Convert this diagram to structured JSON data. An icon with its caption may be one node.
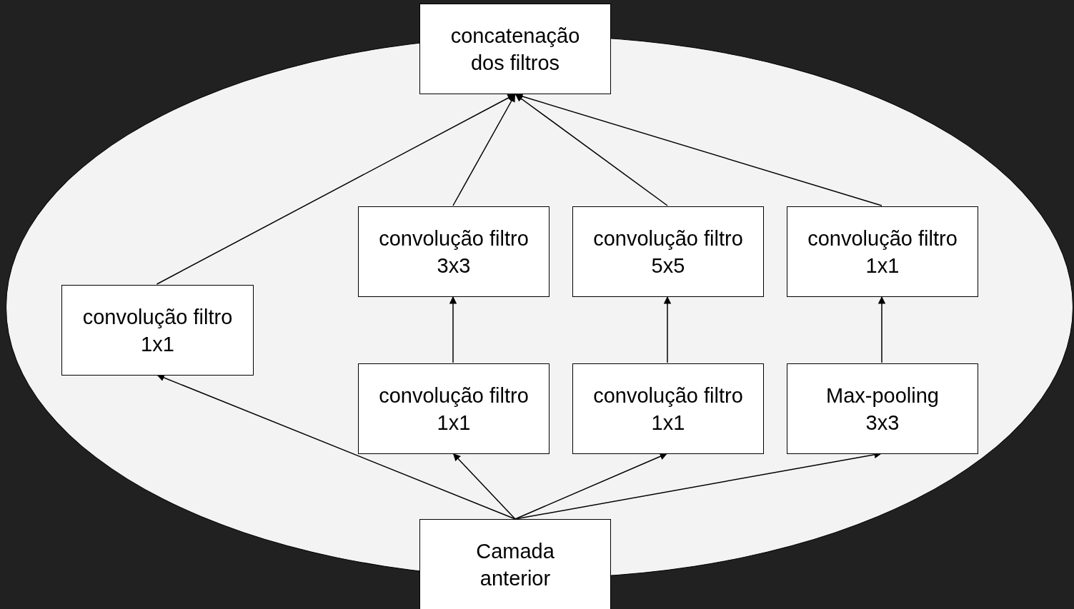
{
  "diagram": {
    "nodes": [
      {
        "text": [],
        "shape": "ellipse"
      },
      {
        "text": [
          "concatenação dos filtros"
        ]
      },
      {
        "text": [
          "convolução filtro 3x3"
        ],
        "in": 0
      },
      {
        "text": [
          "convolução filtro 5x5"
        ],
        "in": 0
      },
      {
        "text": [
          "convolução filtro 1x1"
        ],
        "in": 0
      },
      {
        "text": [
          "convolução filtro 1x1"
        ],
        "in": 0
      },
      {
        "text": [
          "convolução filtro 1x1"
        ],
        "in": 0
      },
      {
        "text": [
          "convolução filtro 1x1"
        ],
        "in": 0
      },
      {
        "text": [
          "Max-pooling 3x3"
        ],
        "in": 0
      },
      {
        "text": [
          "Camada anterior"
        ]
      }
    ],
    "edges": [
      {
        "from": 9,
        "to": 5,
        "arrow": "to"
      },
      {
        "from": 9,
        "to": 6,
        "arrow": "to"
      },
      {
        "from": 9,
        "to": 7,
        "arrow": "to"
      },
      {
        "from": 9,
        "to": 8,
        "arrow": "to"
      },
      {
        "from": 6,
        "to": 2,
        "arrow": "to"
      },
      {
        "from": 7,
        "to": 3,
        "arrow": "to"
      },
      {
        "from": 8,
        "to": 4,
        "arrow": "to"
      },
      {
        "from": 5,
        "to": 1,
        "arrow": "to"
      },
      {
        "from": 2,
        "to": 1,
        "arrow": "to"
      },
      {
        "from": 3,
        "to": 1,
        "arrow": "to"
      },
      {
        "from": 4,
        "to": 1,
        "arrow": "to"
      }
    ]
  }
}
